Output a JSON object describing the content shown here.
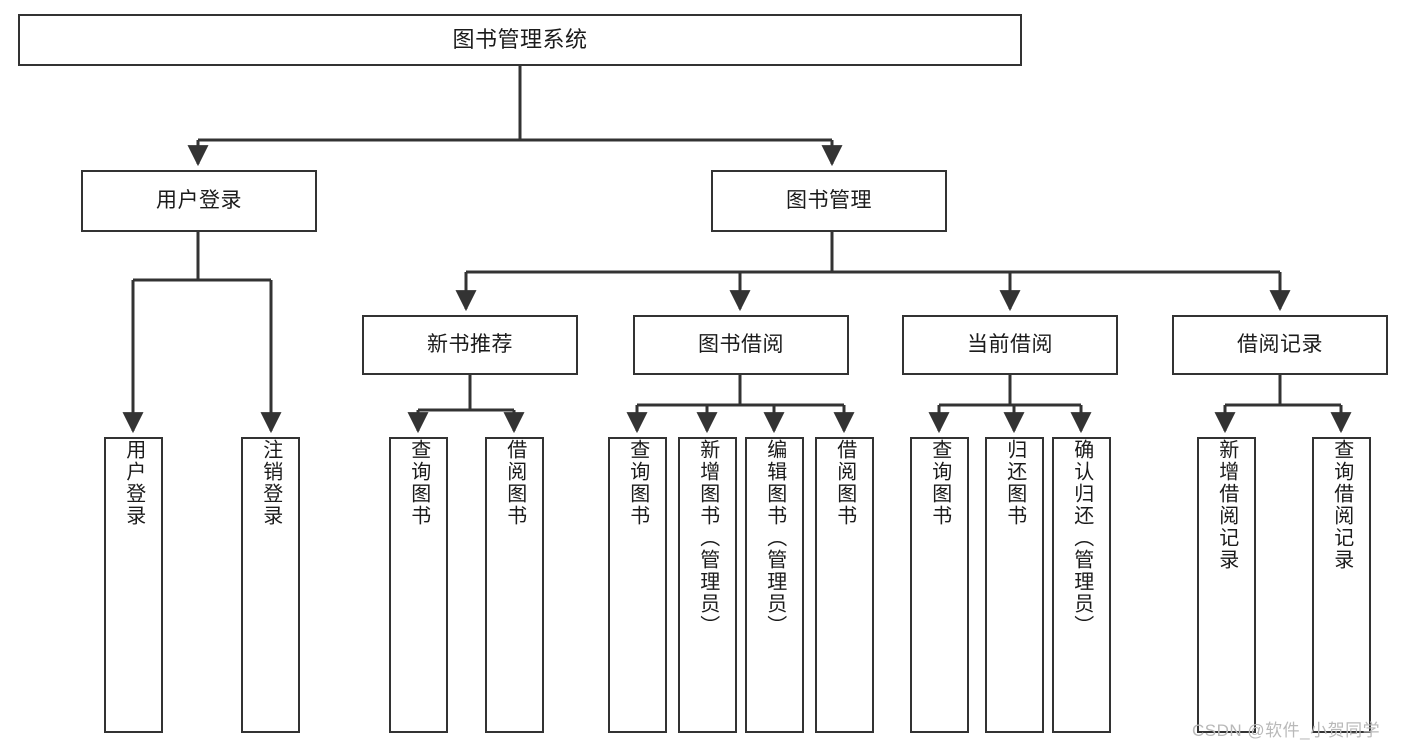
{
  "diagram": {
    "title": "图书管理系统",
    "type": "hierarchy-tree",
    "colors": {
      "stroke": "#333333",
      "fill": "#ffffff",
      "text": "#1b1b1b",
      "watermark": "#b9b9b9"
    },
    "nodes": {
      "root": {
        "label": "图书管理系统"
      },
      "level2": [
        {
          "label": "用户登录"
        },
        {
          "label": "图书管理"
        }
      ],
      "level3": [
        {
          "label": "新书推荐"
        },
        {
          "label": "图书借阅"
        },
        {
          "label": "当前借阅"
        },
        {
          "label": "借阅记录"
        }
      ],
      "leaves": [
        {
          "label": "用户登录",
          "parent": "用户登录"
        },
        {
          "label": "注销登录",
          "parent": "用户登录"
        },
        {
          "label": "查询图书",
          "parent": "新书推荐"
        },
        {
          "label": "借阅图书",
          "parent": "新书推荐"
        },
        {
          "label": "查询图书",
          "parent": "图书借阅"
        },
        {
          "label": "新增图书（管理员）",
          "parent": "图书借阅"
        },
        {
          "label": "编辑图书（管理员）",
          "parent": "图书借阅"
        },
        {
          "label": "借阅图书",
          "parent": "图书借阅"
        },
        {
          "label": "查询图书",
          "parent": "当前借阅"
        },
        {
          "label": "归还图书",
          "parent": "当前借阅"
        },
        {
          "label": "确认归还（管理员）",
          "parent": "当前借阅"
        },
        {
          "label": "新增借阅记录",
          "parent": "借阅记录"
        },
        {
          "label": "查询借阅记录",
          "parent": "借阅记录"
        }
      ]
    },
    "watermark": "CSDN @软件_小贺同学"
  }
}
